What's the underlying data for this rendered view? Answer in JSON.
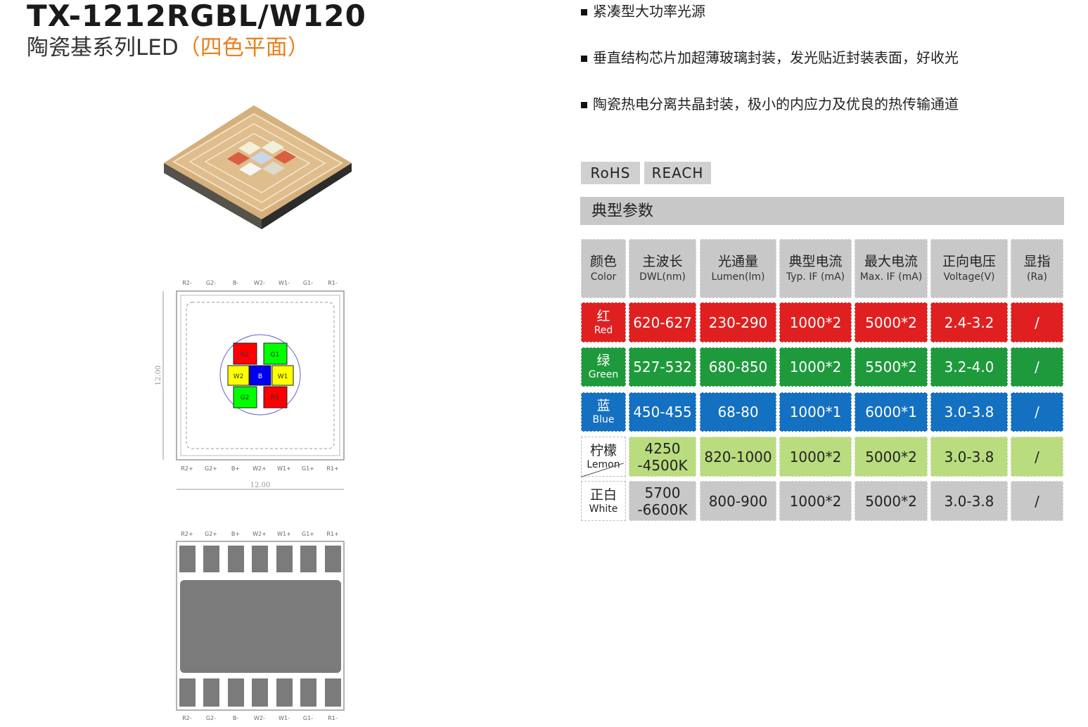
{
  "header": {
    "model": "TX-1212RGBL/W120",
    "subtitle_main": "陶瓷基系列LED",
    "subtitle_accent": "（四色平面）"
  },
  "features": [
    "紧凑型大功率光源",
    "垂直结构芯片加超薄玻璃封装，发光贴近封装表面，好收光",
    "陶瓷热电分离共晶封装，极小的内应力及优良的热传输通道"
  ],
  "certifications": [
    "RoHS",
    "REACH"
  ],
  "params_title": "典型参数",
  "table": {
    "headers": [
      {
        "zh": "颜色",
        "en": "Color"
      },
      {
        "zh": "主波长",
        "en": "DWL(nm)"
      },
      {
        "zh": "光通量",
        "en": "Lumen(lm)"
      },
      {
        "zh": "典型电流",
        "en": "Typ. IF (mA)"
      },
      {
        "zh": "最大电流",
        "en": "Max. IF (mA)"
      },
      {
        "zh": "正向电压",
        "en": "Voltage(V)"
      },
      {
        "zh": "显指",
        "en": "(Ra)"
      }
    ],
    "rows": [
      {
        "name_zh": "红",
        "name_en": "Red",
        "color": "#e02020",
        "values": [
          "620-627",
          "230-290",
          "1000*2",
          "5000*2",
          "2.4-3.2",
          "/"
        ]
      },
      {
        "name_zh": "绿",
        "name_en": "Green",
        "color": "#1e9a3c",
        "values": [
          "527-532",
          "680-850",
          "1000*2",
          "5500*2",
          "3.2-4.0",
          "/"
        ]
      },
      {
        "name_zh": "蓝",
        "name_en": "Blue",
        "color": "#1470c0",
        "values": [
          "450-455",
          "68-80",
          "1000*1",
          "6000*1",
          "3.0-3.8",
          "/"
        ]
      },
      {
        "name_zh": "柠檬",
        "name_en": "Lemon",
        "color": "#b9dc7e",
        "values": [
          "4250\n-4500K",
          "820-1000",
          "1000*2",
          "5000*2",
          "3.0-3.8",
          "/"
        ]
      },
      {
        "name_zh": "正白",
        "name_en": "White",
        "color": "#c8c8c8",
        "values": [
          "5700\n-6600K",
          "800-900",
          "1000*2",
          "5000*2",
          "3.0-3.8",
          "/"
        ]
      }
    ]
  },
  "diagram": {
    "top_pins": [
      "R2-",
      "G2-",
      "B-",
      "W2-",
      "W1-",
      "G1-",
      "R1-"
    ],
    "bottom_pins": [
      "R2+",
      "G2+",
      "B+",
      "W2+",
      "W1+",
      "G1+",
      "R1+"
    ],
    "dim_vertical": "12.00",
    "dim_horizontal": "12.00",
    "chips": [
      "R2",
      "G1",
      "W2",
      "B",
      "W1",
      "G2",
      "R1"
    ]
  },
  "footprint": {
    "top_pins": [
      "R2+",
      "G2+",
      "B+",
      "W2+",
      "W1+",
      "G1+",
      "R1+"
    ],
    "bottom_pins": [
      "R2-",
      "G2-",
      "B-",
      "W2-",
      "W1-",
      "G1-",
      "R1-"
    ]
  }
}
